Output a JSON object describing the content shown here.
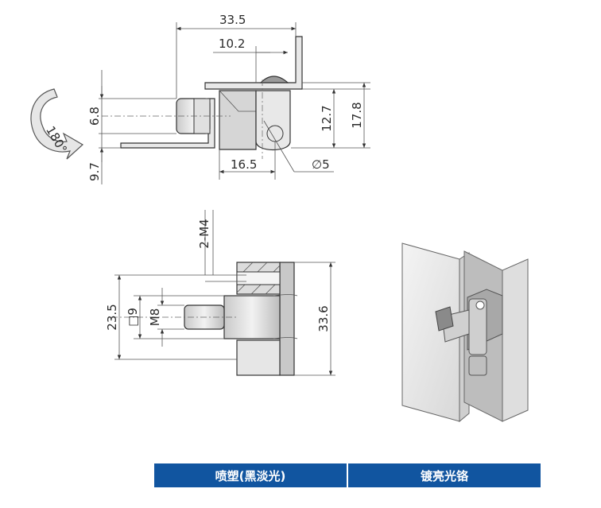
{
  "top_view": {
    "dims": {
      "width_overall": "33.5",
      "width_offset": "10.2",
      "height_upper": "6.8",
      "height_lower": "9.7",
      "height_hinge": "12.7",
      "height_total": "17.8",
      "width_base": "16.5",
      "pin_diameter": "∅5"
    },
    "rotation_label": "180°"
  },
  "front_view": {
    "dims": {
      "screw_spec": "2-M4",
      "height_left": "23.5",
      "square_size": "□9",
      "thread": "M8",
      "height_right": "33.6"
    }
  },
  "finishes": {
    "option_1": "喷塑(黑淡光)",
    "option_2": "镀亮光铬"
  },
  "colors": {
    "bar_blue": "#1155a0",
    "bar_text": "#ffffff"
  }
}
